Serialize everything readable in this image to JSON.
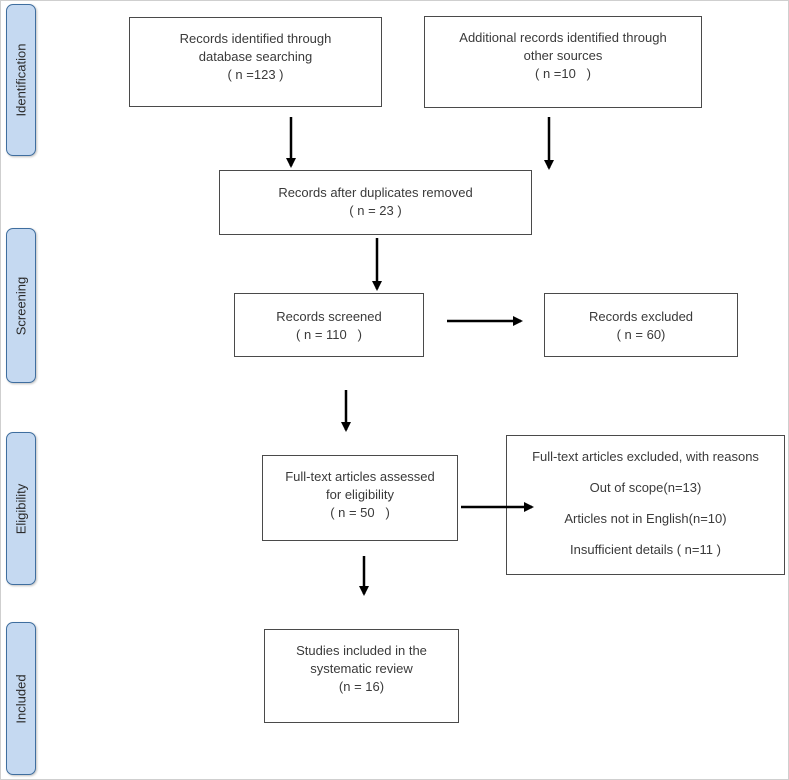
{
  "phases": {
    "identification": "Identification",
    "screening": "Screening",
    "eligibility": "Eligibility",
    "included": "Included"
  },
  "boxes": {
    "database": {
      "line1": "Records identified through",
      "line2": "database searching",
      "line3": "( n =123 )"
    },
    "additional": {
      "line1": "Additional records identified through",
      "line2": "other sources",
      "line3": "( n =10   )"
    },
    "duplicates": {
      "line1": "Records after duplicates removed",
      "line2": "( n = 23 )"
    },
    "screened": {
      "line1": "Records screened",
      "line2": "( n = 110   )"
    },
    "excluded": {
      "line1": "Records excluded",
      "line2": "( n = 60)"
    },
    "fulltext": {
      "line1": "Full-text articles assessed",
      "line2": "for eligibility",
      "line3": "( n = 50   )"
    },
    "fulltext_excluded": {
      "title": "Full-text articles excluded, with reasons",
      "reason1": "Out of scope(n=13)",
      "reason2": "Articles not in English(n=10)",
      "reason3": "Insufficient details ( n=11 )"
    },
    "included": {
      "line1": "Studies included in the",
      "line2": "systematic review",
      "line3": "(n = 16)"
    }
  },
  "colors": {
    "phase_fill": "#c5d9f1",
    "phase_border": "#3f6e9f",
    "box_border": "#4a4a4a",
    "arrow": "#000000"
  }
}
